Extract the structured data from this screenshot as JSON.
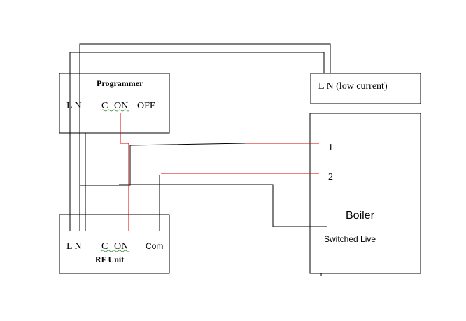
{
  "programmer": {
    "title": "Programmer",
    "terminal_ln": "L N",
    "terminal_c": "C",
    "terminal_on": "ON",
    "terminal_off": "OFF"
  },
  "power_supply": {
    "label": "L N (low current)"
  },
  "rf_unit": {
    "title": "RF Unit",
    "terminal_ln": "L N",
    "terminal_c": "C",
    "terminal_on": "ON",
    "terminal_com": "Com"
  },
  "boiler": {
    "title": "Boiler",
    "terminal_1": "1",
    "terminal_2": "2",
    "switched_live": "Switched Live"
  },
  "colors": {
    "wire_black": "#000000",
    "wire_red": "#e00000",
    "spell_underline": "#2e8b2e"
  }
}
